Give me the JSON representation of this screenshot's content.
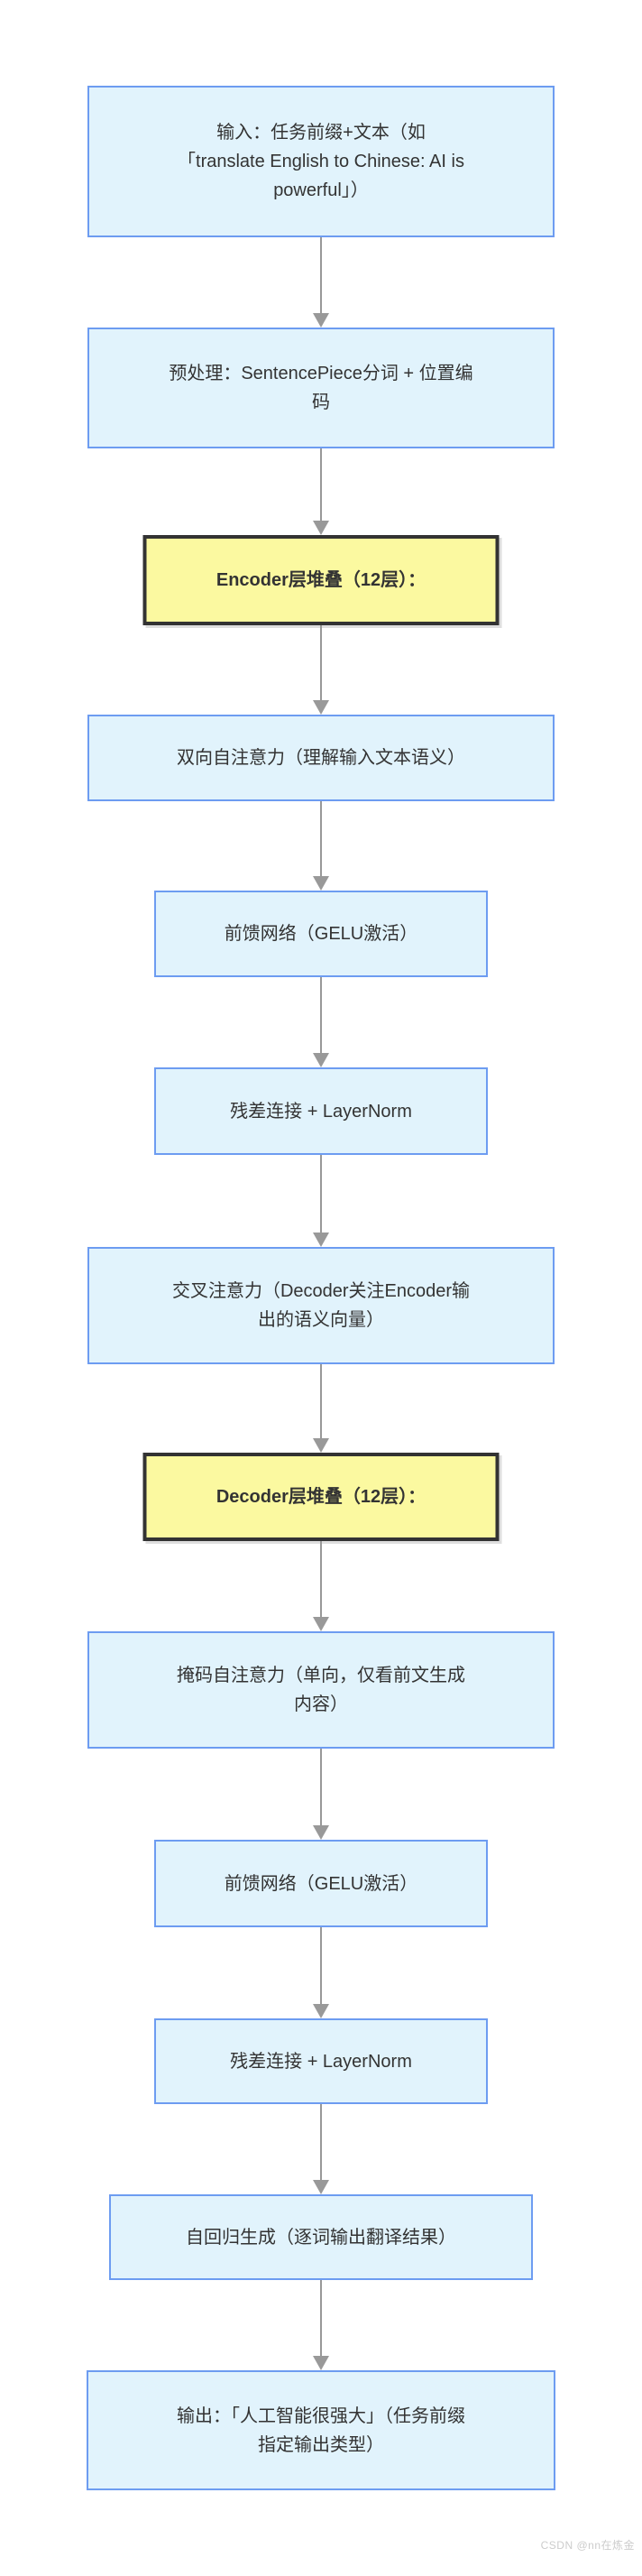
{
  "diagram": {
    "description": "T5 encoder-decoder translation flow chart",
    "nodes": [
      {
        "id": "input",
        "type": "step",
        "label": "输入：任务前缀+文本（如\n「translate English to Chinese: AI is\npowerful」）"
      },
      {
        "id": "preprocess",
        "type": "step",
        "label": "预处理：SentencePiece分词 + 位置编\n码"
      },
      {
        "id": "encoder-stack",
        "type": "stage-header",
        "label": "Encoder层堆叠（12层）："
      },
      {
        "id": "bidirectional-self-attention",
        "type": "step",
        "label": "双向自注意力（理解输入文本语义）"
      },
      {
        "id": "encoder-ffn",
        "type": "step",
        "label": "前馈网络（GELU激活）"
      },
      {
        "id": "encoder-residual-layernorm",
        "type": "step",
        "label": "残差连接 + LayerNorm"
      },
      {
        "id": "cross-attention",
        "type": "step",
        "label": "交叉注意力（Decoder关注Encoder输\n出的语义向量）"
      },
      {
        "id": "decoder-stack",
        "type": "stage-header",
        "label": "Decoder层堆叠（12层）："
      },
      {
        "id": "masked-self-attention",
        "type": "step",
        "label": "掩码自注意力（单向，仅看前文生成\n内容）"
      },
      {
        "id": "decoder-ffn",
        "type": "step",
        "label": "前馈网络（GELU激活）"
      },
      {
        "id": "decoder-residual-layernorm",
        "type": "step",
        "label": "残差连接 + LayerNorm"
      },
      {
        "id": "autoregressive-generation",
        "type": "step",
        "label": "自回归生成（逐词输出翻译结果）"
      },
      {
        "id": "output",
        "type": "step",
        "label": "输出：「人工智能很强大」（任务前缀\n指定输出类型）"
      }
    ],
    "connections": "each node connects to the next with a downward gray arrow"
  },
  "colors": {
    "step_fill": "#e1f3fc",
    "step_border": "#6d9cf1",
    "stage_fill": "#fbf9a0",
    "stage_border": "#333333",
    "arrow": "#999999",
    "text": "#333333",
    "watermark": "#cccccc"
  },
  "watermark": {
    "text": "CSDN @nn在炼金"
  }
}
